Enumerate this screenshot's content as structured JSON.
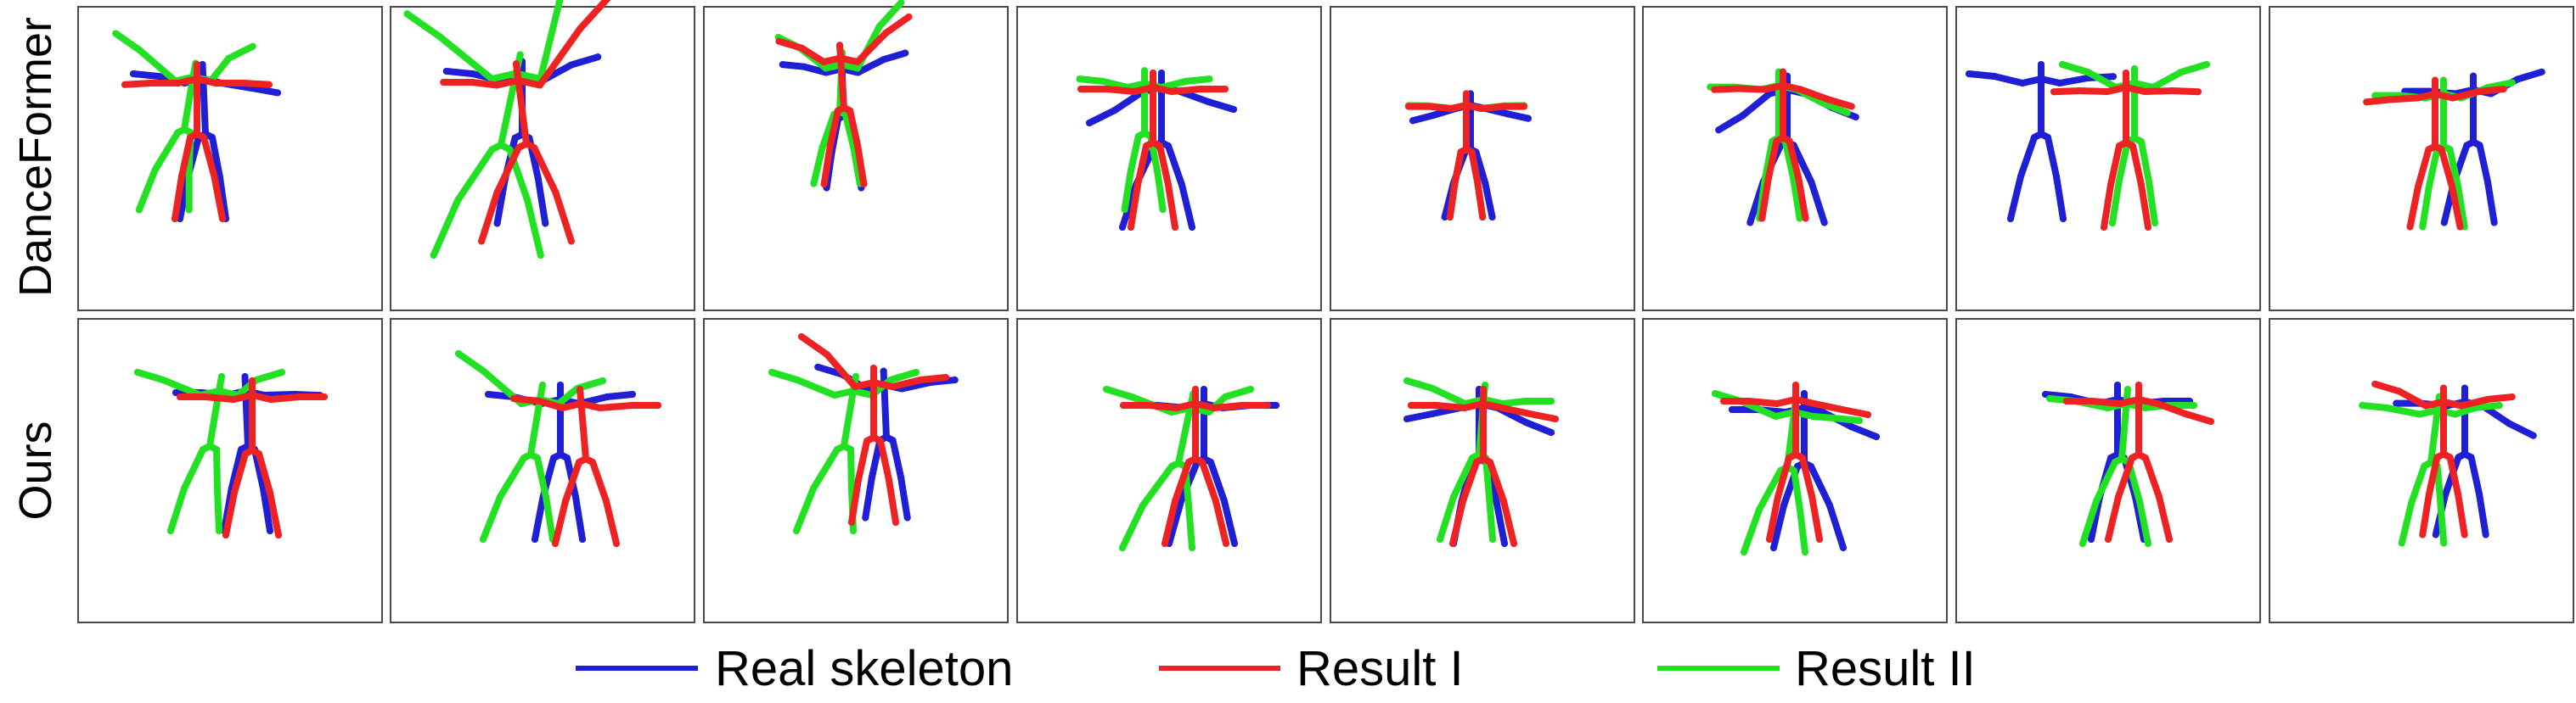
{
  "rows": [
    {
      "label": "DanceFormer"
    },
    {
      "label": "Ours"
    }
  ],
  "legend": [
    {
      "label": "Real skeleton",
      "color": "#1f1fd6"
    },
    {
      "label": "Result I",
      "color": "#ee2222"
    },
    {
      "label": "Result II",
      "color": "#22e022"
    }
  ]
}
